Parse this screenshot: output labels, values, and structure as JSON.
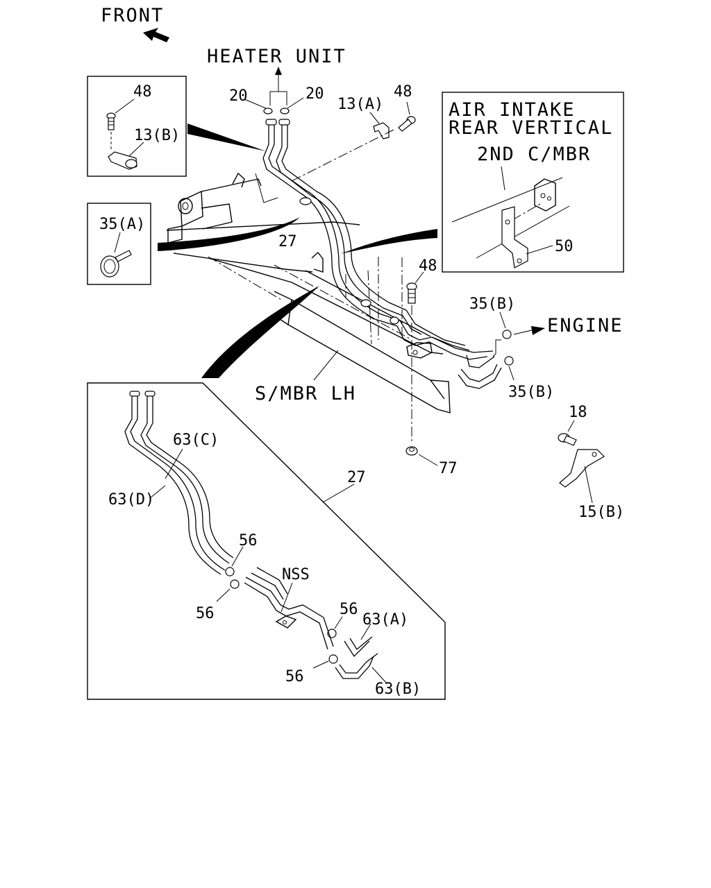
{
  "labels": {
    "front": "FRONT",
    "heater_unit": "HEATER UNIT",
    "engine": "ENGINE",
    "s_mbr_lh": "S/MBR LH",
    "air_intake_line1": "AIR INTAKE",
    "air_intake_line2": "REAR VERTICAL",
    "second_c_mbr": "2ND C/MBR",
    "nss": "NSS"
  },
  "callouts": {
    "p48_inset": "48",
    "p13b": "13(B)",
    "p20_left": "20",
    "p20_right": "20",
    "p13a": "13(A)",
    "p48_top": "48",
    "p35a": "35(A)",
    "p27_main": "27",
    "p48_mid": "48",
    "p35b_top": "35(B)",
    "p35b_bottom": "35(B)",
    "p50": "50",
    "p18": "18",
    "p15b": "15(B)",
    "p77": "77",
    "p27_detail": "27",
    "p63c": "63(C)",
    "p63d": "63(D)",
    "p56_a": "56",
    "p56_b": "56",
    "p56_c": "56",
    "p56_d": "56",
    "p63a": "63(A)",
    "p63b": "63(B)"
  }
}
